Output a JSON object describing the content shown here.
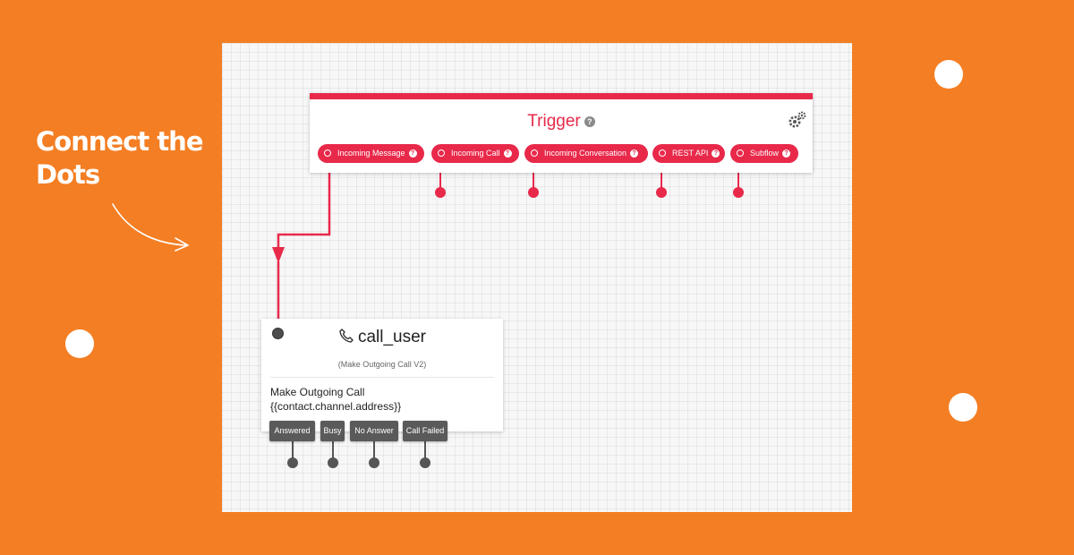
{
  "headline": {
    "text": "Connect the Dots"
  },
  "trigger": {
    "title": "Trigger",
    "help_icon": "question-circle-icon",
    "settings_icon": "gears-icon",
    "ports": [
      {
        "label": "Incoming Message",
        "connected": true
      },
      {
        "label": "Incoming Call",
        "connected": false
      },
      {
        "label": "Incoming Conversation",
        "connected": false
      },
      {
        "label": "REST API",
        "connected": false
      },
      {
        "label": "Subflow",
        "connected": false
      }
    ]
  },
  "call_node": {
    "title": "call_user",
    "subtitle": "(Make Outgoing Call V2)",
    "body_line1": "Make Outgoing Call",
    "body_line2": "{{contact.channel.address}}",
    "icon": "phone-icon",
    "outputs": [
      {
        "label": "Answered"
      },
      {
        "label": "Busy"
      },
      {
        "label": "No Answer"
      },
      {
        "label": "Call Failed"
      }
    ]
  },
  "colors": {
    "background": "#f47e23",
    "accent": "#e8294a",
    "canvas": "#f7f7f7",
    "port_dark": "#5a5a5a",
    "white": "#ffffff"
  }
}
